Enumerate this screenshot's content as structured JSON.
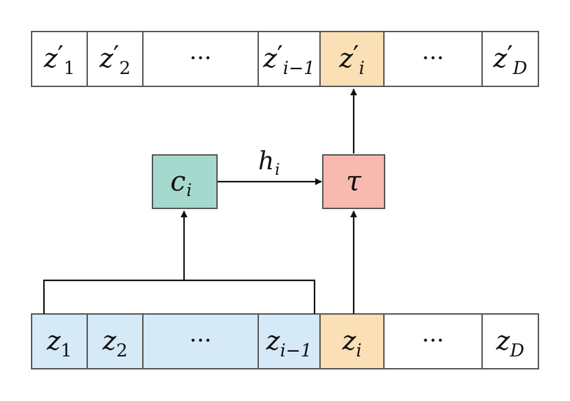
{
  "colors": {
    "white": "#ffffff",
    "highlight": "#fbdfb5",
    "context": "#d5e9f7",
    "conditioner": "#a6d9cd",
    "transformer": "#f8b9ae"
  },
  "top_row": [
    {
      "base": "z",
      "prime": "′",
      "sub": "1",
      "fill": "white"
    },
    {
      "base": "z",
      "prime": "′",
      "sub": "2",
      "fill": "white"
    },
    {
      "base": "",
      "prime": "",
      "sub": "",
      "text": "···",
      "fill": "white"
    },
    {
      "base": "z",
      "prime": "′",
      "sub": "i−1",
      "fill": "white"
    },
    {
      "base": "z",
      "prime": "′",
      "sub": "i",
      "fill": "highlight"
    },
    {
      "base": "",
      "prime": "",
      "sub": "",
      "text": "···",
      "fill": "white"
    },
    {
      "base": "z",
      "prime": "′",
      "sub": "D",
      "fill": "white"
    }
  ],
  "bottom_row": [
    {
      "base": "z",
      "sub": "1",
      "fill": "context"
    },
    {
      "base": "z",
      "sub": "2",
      "fill": "context"
    },
    {
      "base": "",
      "sub": "",
      "text": "···",
      "fill": "context"
    },
    {
      "base": "z",
      "sub": "i−1",
      "fill": "context"
    },
    {
      "base": "z",
      "sub": "i",
      "fill": "highlight"
    },
    {
      "base": "",
      "sub": "",
      "text": "···",
      "fill": "white"
    },
    {
      "base": "z",
      "sub": "D",
      "fill": "white"
    }
  ],
  "conditioner_node": {
    "base": "c",
    "sub": "i"
  },
  "transformer_node": {
    "label": "τ"
  },
  "edge_label": {
    "base": "h",
    "sub": "i"
  }
}
